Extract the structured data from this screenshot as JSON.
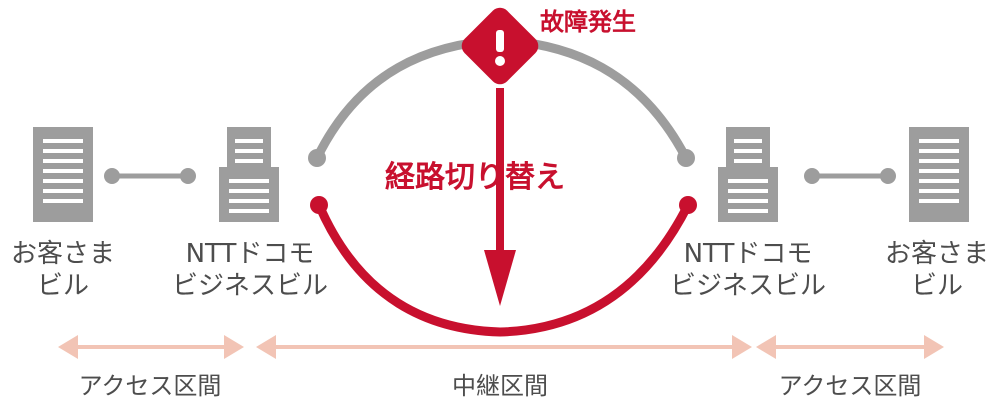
{
  "colors": {
    "gray": "#9d9d9d",
    "red": "#c8102e",
    "arrow": "#f2c4b5",
    "text": "#4d4d4d"
  },
  "icons": {
    "building": "server-building-icon",
    "warning": "warning-diamond-icon"
  },
  "alert": {
    "label": "故障発生"
  },
  "reroute": {
    "label": "経路切り替え"
  },
  "nodes": [
    {
      "line1": "お客さま",
      "line2": "ビル"
    },
    {
      "line1": "NTTドコモ",
      "line2": "ビジネスビル"
    },
    {
      "line1": "NTTドコモ",
      "line2": "ビジネスビル"
    },
    {
      "line1": "お客さま",
      "line2": "ビル"
    }
  ],
  "sections": {
    "left": "アクセス区間",
    "middle": "中継区間",
    "right": "アクセス区間"
  }
}
